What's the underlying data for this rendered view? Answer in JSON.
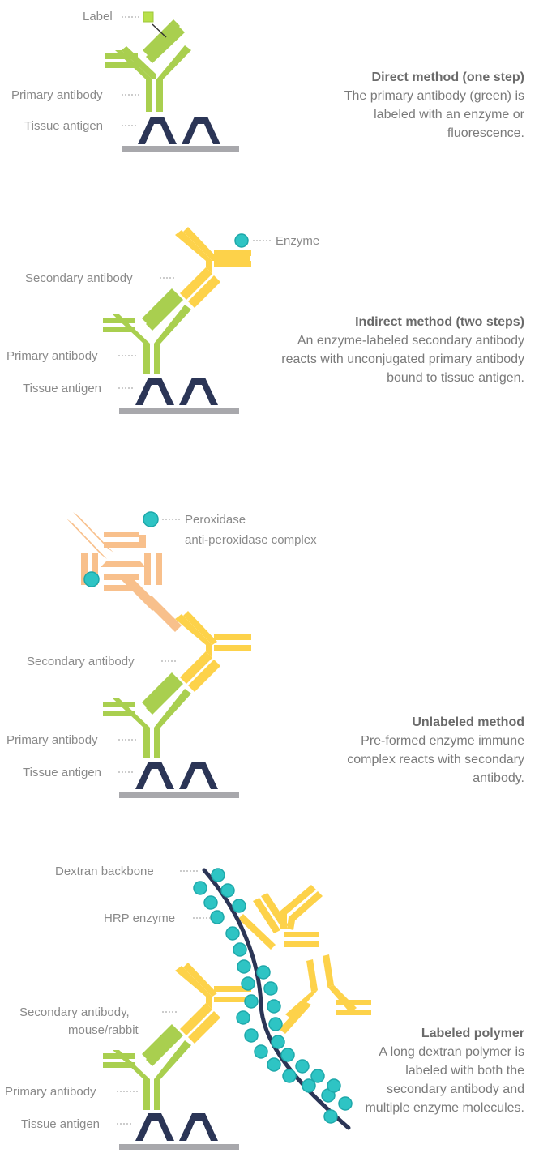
{
  "sections": [
    {
      "labels": {
        "label": "Label",
        "primary": "Primary antibody",
        "antigen": "Tissue antigen"
      },
      "title": "Direct method (one step)",
      "body": "The primary antibody (green) is labeled with  an enzyme or fluorescence."
    },
    {
      "labels": {
        "enzyme": "Enzyme",
        "secondary": "Secondary antibody",
        "primary": "Primary antibody",
        "antigen": "Tissue antigen"
      },
      "title": "Indirect method (two steps)",
      "body": "An enzyme-labeled secondary antibody reacts with unconjugated primary antibody bound to tissue antigen."
    },
    {
      "labels": {
        "pap1": "Peroxidase",
        "pap2": "anti-peroxidase complex",
        "secondary": "Secondary antibody",
        "primary": "Primary antibody",
        "antigen": "Tissue antigen"
      },
      "title": "Unlabeled method",
      "body": "Pre-formed enzyme immune complex reacts with secondary antibody."
    },
    {
      "labels": {
        "dextran": "Dextran backbone",
        "hrp": "HRP enzyme",
        "secondary1": "Secondary antibody,",
        "secondary2": "mouse/rabbit",
        "primary": "Primary antibody",
        "antigen": "Tissue antigen"
      },
      "title": "Labeled polymer",
      "body": "A long dextran polymer is labeled with both the secondary antibody and multiple enzyme molecules."
    }
  ],
  "colors": {
    "primary_antibody": "#a9cf4f",
    "secondary_antibody": "#fdd24a",
    "pap_complex": "#f8c08c",
    "antigen": "#2b3556",
    "enzyme": "#2ec4c4",
    "base": "#a8a8ac"
  }
}
